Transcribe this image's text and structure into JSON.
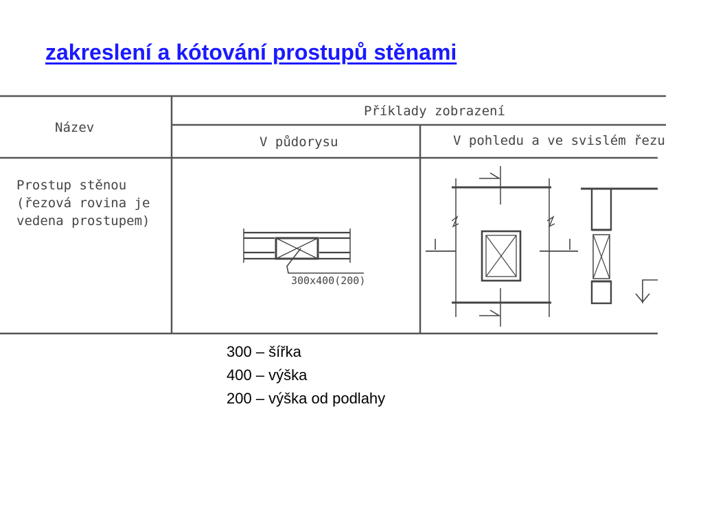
{
  "slide": {
    "title": "zakreslení a kótování prostupů stěnami",
    "title_color": "#1a1aff"
  },
  "table": {
    "col_name_header": "Název",
    "group_header": "Příklady zobrazení",
    "col_plan_header": "V půdorysu",
    "col_view_header": "V pohledu a ve svislém řezu",
    "row_name_lines": [
      "Prostup stěnou",
      "(řezová rovina je",
      "vedena prostupem)"
    ],
    "dimension_label": "300x400(200)"
  },
  "legend": {
    "items": [
      "300 – šířka",
      "400 – výška",
      "200 – výška od podlahy"
    ]
  }
}
